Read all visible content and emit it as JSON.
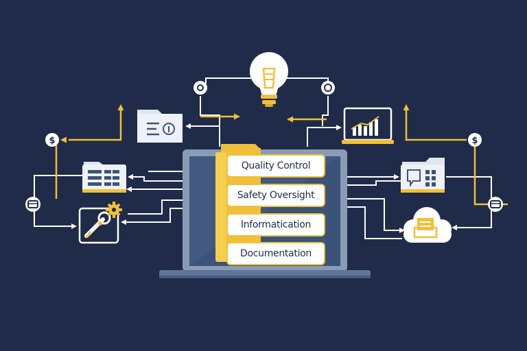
{
  "menu": {
    "items": [
      {
        "label": "Quality Control"
      },
      {
        "label": "Safety Oversight"
      },
      {
        "label": "Informatication"
      },
      {
        "label": "Documentation"
      }
    ]
  },
  "colors": {
    "background": "#1f2b48",
    "accent": "#f0c03a",
    "line": "#ffffff",
    "laptop_frame": "#8a9bb5",
    "laptop_screen": "#3b5378"
  },
  "icons": [
    "lightbulb-icon",
    "gear-icon",
    "dollar-icon",
    "folder-document-icon",
    "bar-chart-icon",
    "chat-icon",
    "cloud-inbox-icon",
    "wrench-icon",
    "wallet-icon"
  ]
}
